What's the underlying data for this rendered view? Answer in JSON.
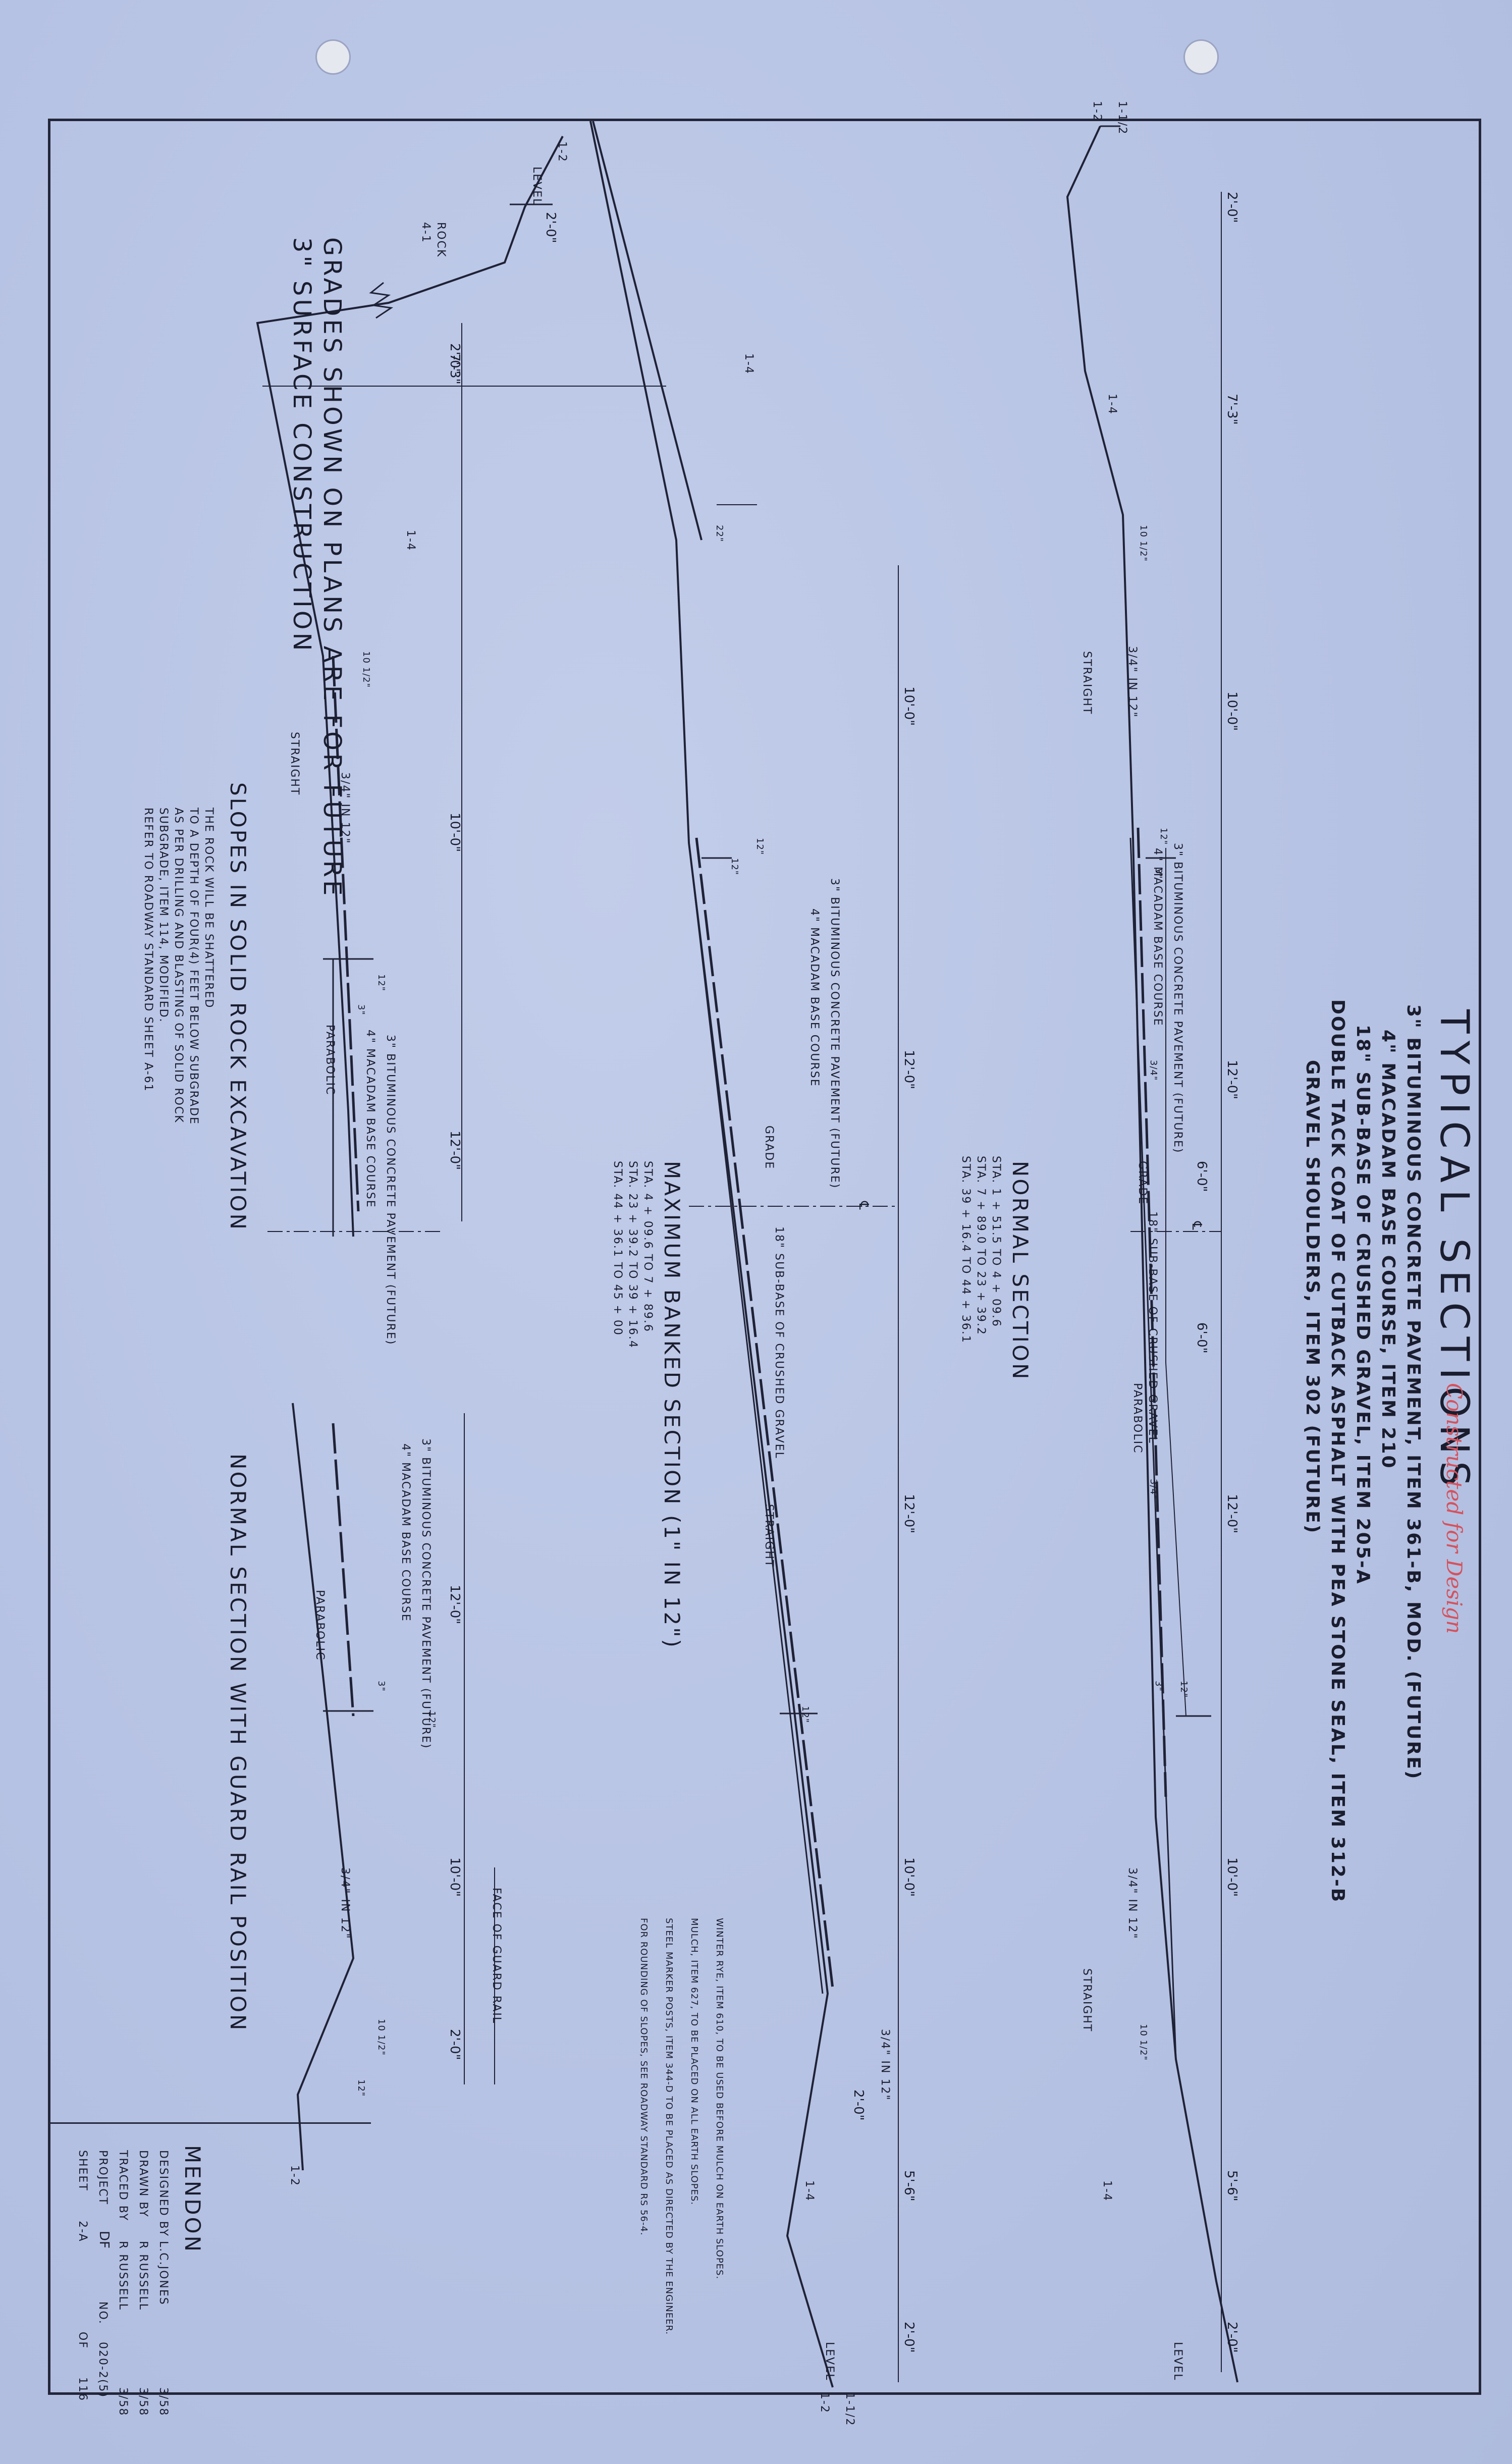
{
  "title": {
    "main": "TYPICAL SECTIONS",
    "line1": "3\" BITUMINOUS CONCRETE PAVEMENT, ITEM 361-B, MOD. (FUTURE)",
    "line2": "4\" MACADAM BASE COURSE, ITEM 210",
    "line3": "18\" SUB-BASE OF CRUSHED GRAVEL, ITEM 205-A",
    "line4": "DOUBLE TACK COAT OF CUTBACK ASPHALT WITH PEA STONE SEAL, ITEM 312-B",
    "line5": "GRAVEL SHOULDERS, ITEM 302 (FUTURE)",
    "annotation": "Constructed for Design"
  },
  "grades_note": {
    "line1": "GRADES SHOWN ON PLANS ARE FOR FUTURE",
    "line2": "3\" SURFACE CONSTRUCTION"
  },
  "normal_section": {
    "caption": "NORMAL SECTION",
    "stations": [
      "STA. 1 + 51.5  TO  4 + 09.6",
      "STA. 7 + 89.0  TO  23 + 39.2",
      "STA. 39 + 16.4  TO  44 + 36.1"
    ],
    "dims": [
      "2'-0\"",
      "7'-3\"",
      "10'-0\"",
      "12'-0\"",
      "12'-0\"",
      "10'-0\"",
      "5'-6\"",
      "2'-0\"",
      "6'-0\"",
      "6'-0\""
    ],
    "labels": {
      "pavement": "3\" BITUMINOUS CONCRETE PAVEMENT (FUTURE)",
      "macadam": "4\" MACADAM BASE COURSE",
      "subbase": "18\" SUB-BASE OF CRUSHED GRAVEL",
      "grade": "GRADE",
      "parabolic": "PARABOLIC",
      "straight": "STRAIGHT",
      "straight_right": "STRAIGHT",
      "level": "LEVEL",
      "slope_a": "1-1/2",
      "slope_b": "1-2",
      "slope_c": "1-4",
      "slope_d": "1-4",
      "slope_in": "3/4\" IN 12\"",
      "slope_in_r": "3/4\" IN 12\"",
      "d12": "12\"",
      "d3": "3\"",
      "d34": "3/4\"",
      "d34r": "3/4\"",
      "d12r": "12\"",
      "d3r": "3\"",
      "d10": "10 1/2\"",
      "d10r": "10 1/2\"",
      "cl": "℄"
    }
  },
  "banked_section": {
    "caption": "MAXIMUM BANKED SECTION (1\" IN 12\")",
    "stations": [
      "STA. 4 + 09.6  TO  7 + 89.6",
      "STA. 23 + 39.2  TO  39 + 16.4",
      "STA. 44 + 36.1  TO  45 + 00"
    ],
    "dims": [
      "10'-0\"",
      "12'-0\"",
      "12'-0\"",
      "10'-0\"",
      "2'-0\"",
      "5'-6\"",
      "2'-0\""
    ],
    "labels": {
      "pavement": "3\" BITUMINOUS CONCRETE PAVEMENT (FUTURE)",
      "macadam": "4\" MACADAM BASE COURSE",
      "subbase": "18\" SUB-BASE OF CRUSHED GRAVEL",
      "grade": "GRADE",
      "straight": "STRAIGHT",
      "level": "LEVEL",
      "slope_l": "1-4",
      "slope_r": "1-4",
      "slope_c": "1-1/2",
      "slope_d": "1-2",
      "slope_in": "3/4\" IN 12\"",
      "d22": "22\"",
      "d12": "12\"",
      "d12b": "12\"",
      "d12c": "12\"",
      "cl": "℄"
    }
  },
  "rock_section": {
    "caption": "SLOPES IN SOLID ROCK EXCAVATION",
    "note": [
      "THE ROCK WILL BE SHATTERED",
      "TO A DEPTH OF FOUR(4) FEET BELOW SUBGRADE",
      "AS PER DRILLING AND BLASTING OF SOLID ROCK",
      "SUBGRADE, ITEM 114, MODIFIED.",
      "REFER TO ROADWAY STANDARD SHEET A-61"
    ],
    "dims": [
      "2'-0\"",
      "7'-3\"",
      "10'-0\"",
      "12'-0\"",
      "2'-0\""
    ],
    "labels": {
      "rock": "ROCK",
      "rock_slope": "4-1",
      "level": "LEVEL",
      "slope_a": "1-2",
      "slope_b": "1-4",
      "straight": "STRAIGHT",
      "parabolic": "PARABOLIC",
      "pavement": "3\" BITUMINOUS CONCRETE PAVEMENT (FUTURE)",
      "macadam": "4\" MACADAM BASE COURSE",
      "slope_in": "3/4\" IN 12\"",
      "d12": "12\"",
      "d3": "3\"",
      "d10": "10 1/2\""
    }
  },
  "guardrail_section": {
    "caption": "NORMAL SECTION WITH GUARD RAIL POSITION",
    "dims": [
      "12'-0\"",
      "10'-0\"",
      "2'-0\""
    ],
    "labels": {
      "pavement": "3\" BITUMINOUS CONCRETE PAVEMENT (FUTURE)",
      "macadam": "4\" MACADAM BASE COURSE",
      "parabolic": "PARABOLIC",
      "face": "FACE OF GUARD RAIL",
      "slope_in": "3/4\" IN 12\"",
      "slope": "1-2",
      "d12": "12\"",
      "d3": "3\"",
      "d10": "10 1/2\"",
      "d12b": "12\""
    }
  },
  "notes": [
    "WINTER RYE, ITEM 610, TO BE USED BEFORE MULCH ON EARTH SLOPES.",
    "MULCH, ITEM 627, TO BE PLACED ON ALL EARTH SLOPES.",
    "STEEL MARKER POSTS, ITEM 344-D TO BE PLACED AS DIRECTED BY THE ENGINEER.",
    "FOR ROUNDING OF SLOPES, SEE ROADWAY STANDARD RS 56-4."
  ],
  "title_block": {
    "town": "MENDON",
    "designed_label": "DESIGNED BY",
    "designed_by": "L.C.JONES",
    "designed_date": "3/58",
    "drawn_label": "DRAWN BY",
    "drawn_by": "R RUSSELL",
    "drawn_date": "3/58",
    "traced_label": "TRACED BY",
    "traced_by": "R RUSSELL",
    "traced_date": "3/58",
    "project_label": "PROJECT",
    "project": "DF",
    "no_label": "NO.",
    "project_no": "020-2(5)",
    "sheet_label": "SHEET",
    "sheet": "2-A",
    "of_label": "OF",
    "of": "116"
  }
}
